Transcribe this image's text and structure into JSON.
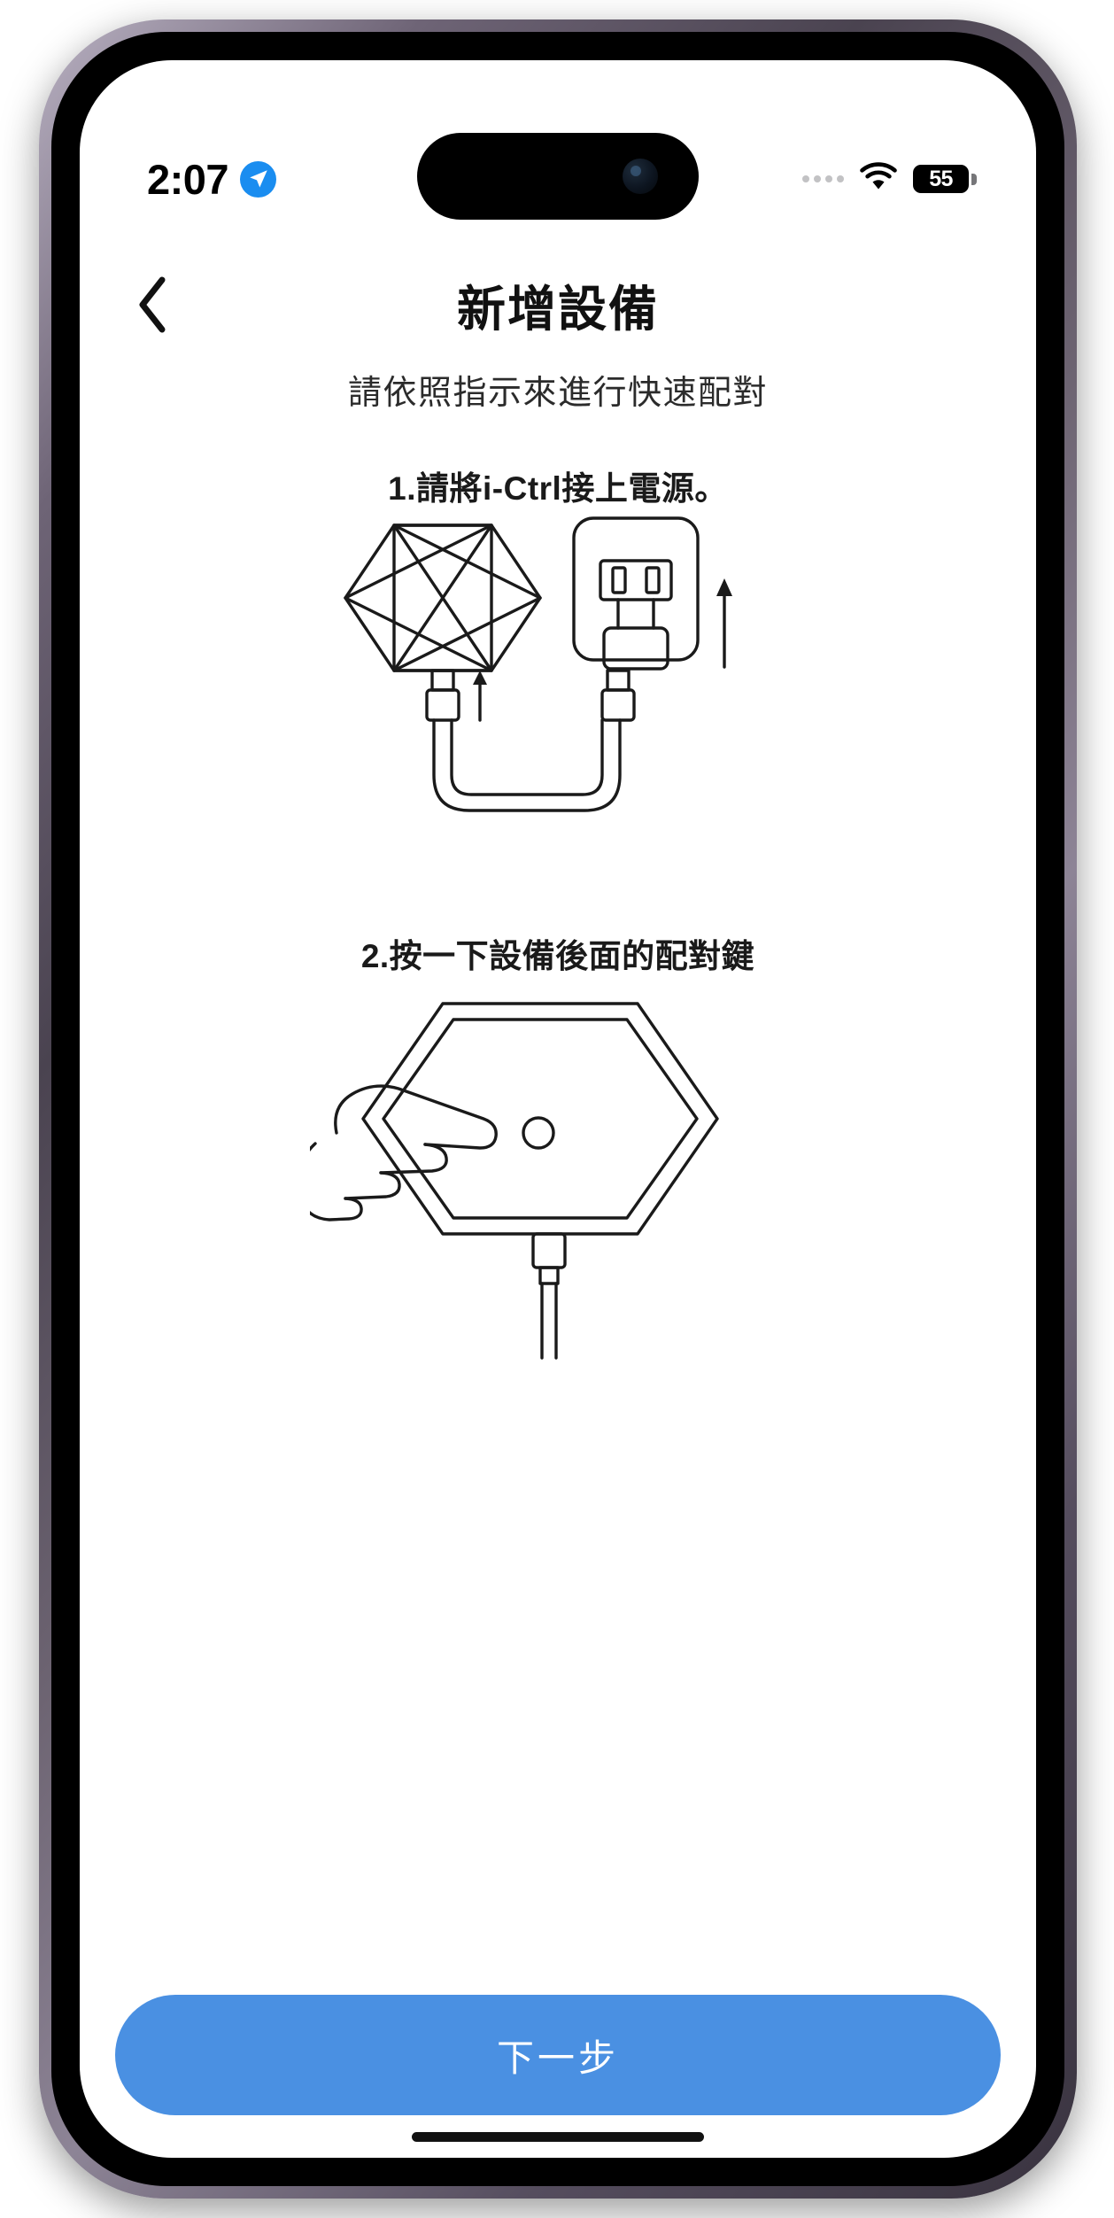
{
  "status_bar": {
    "time": "2:07",
    "location_icon": "location-arrow-icon",
    "location_icon_color": "#1a8df0",
    "signal_dots_icon": "signal-dots-icon",
    "wifi_icon": "wifi-icon",
    "battery_percent": "55",
    "battery_icon": "battery-icon"
  },
  "nav": {
    "back_icon": "chevron-left-icon",
    "title": "新增設備"
  },
  "content": {
    "subtitle": "請依照指示來進行快速配對",
    "step1": {
      "label": "1.請將i-Ctrl接上電源。",
      "illustration": "device-hexagon-usb-cable-power-adapter-illustration"
    },
    "step2": {
      "label": "2.按一下設備後面的配對鍵",
      "illustration": "hand-pressing-pairing-button-hexagon-illustration"
    }
  },
  "footer": {
    "next_label": "下一步",
    "next_color": "#4a90e2"
  }
}
